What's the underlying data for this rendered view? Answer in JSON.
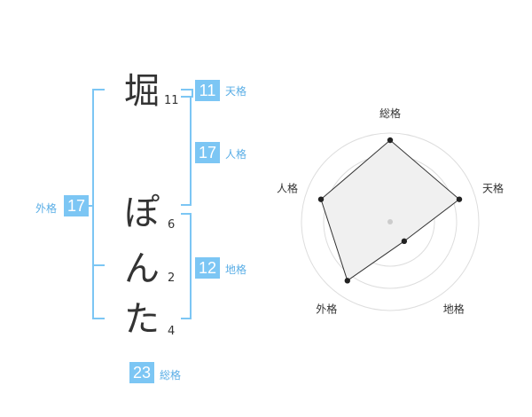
{
  "name": {
    "chars": [
      {
        "char": "堀",
        "strokes": "11"
      },
      {
        "char": "ぽ",
        "strokes": "6"
      },
      {
        "char": "ん",
        "strokes": "2"
      },
      {
        "char": "た",
        "strokes": "4"
      }
    ]
  },
  "fortunes": {
    "tenkaku": {
      "value": "11",
      "label": "天格"
    },
    "jinkaku": {
      "value": "17",
      "label": "人格"
    },
    "chikaku": {
      "value": "12",
      "label": "地格"
    },
    "gaikaku": {
      "value": "17",
      "label": "外格"
    },
    "soukaku": {
      "value": "23",
      "label": "総格"
    }
  },
  "chart_data": {
    "type": "radar",
    "axes": [
      "総格",
      "天格",
      "地格",
      "外格",
      "人格"
    ],
    "values": [
      0.92,
      0.82,
      0.27,
      0.82,
      0.82
    ],
    "rings": 4,
    "colors": {
      "ring": "#dddddd",
      "fill": "#f0f0f0",
      "line": "#333333",
      "point": "#222222",
      "center": "#cccccc"
    }
  }
}
